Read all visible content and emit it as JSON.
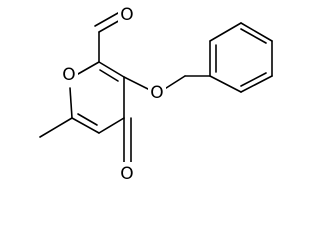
{
  "molecule": {
    "atoms": {
      "ring_oxygen": "O",
      "aldehyde_oxygen": "O",
      "ether_oxygen": "O",
      "ketone_oxygen": "O"
    }
  },
  "colors": {
    "bond": "#000000",
    "background": "#ffffff"
  }
}
